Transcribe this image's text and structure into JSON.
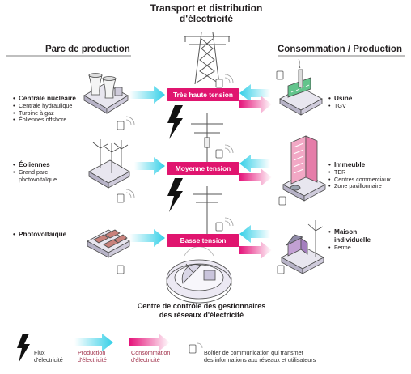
{
  "title": "Transport et distribution\nd'électricité",
  "left_section": {
    "title": "Parc de production"
  },
  "right_section": {
    "title": "Consommation / Production"
  },
  "voltage_levels": [
    {
      "label": "Très haute tension"
    },
    {
      "label": "Moyenne tension"
    },
    {
      "label": "Basse tension"
    }
  ],
  "production": [
    {
      "label": "Centrale nucléaire",
      "items": [
        "Centrale hydraulique",
        "Turbine à gaz",
        "Éoliennes offshore"
      ]
    },
    {
      "label": "Éoliennes",
      "items": [
        "Grand parc photovoltaïque"
      ]
    },
    {
      "label": "Photovoltaïque",
      "items": []
    }
  ],
  "consumption": [
    {
      "label": "Usine",
      "items": [
        "TGV"
      ]
    },
    {
      "label": "Immeuble",
      "items": [
        "TER",
        "Centres commerciaux",
        "Zone pavillonnaire"
      ]
    },
    {
      "label": "Maison individuelle",
      "items": [
        "Ferme"
      ]
    }
  ],
  "control_center": "Centre de contrôle des gestionnaires\ndes réseaux d'électricité",
  "legend": {
    "flux": "Flux\nd'électricité",
    "production": "Production\nd'électricité",
    "consommation": "Consommation\nd'électricité",
    "boitier": "Boîtier de communication qui transmet\ndes informations aux réseaux et utilisateurs"
  },
  "colors": {
    "pink": "#e0156f",
    "cyan": "#3fd3ea",
    "magenta_light": "#f08bbd",
    "outline": "#4a4a4a"
  }
}
